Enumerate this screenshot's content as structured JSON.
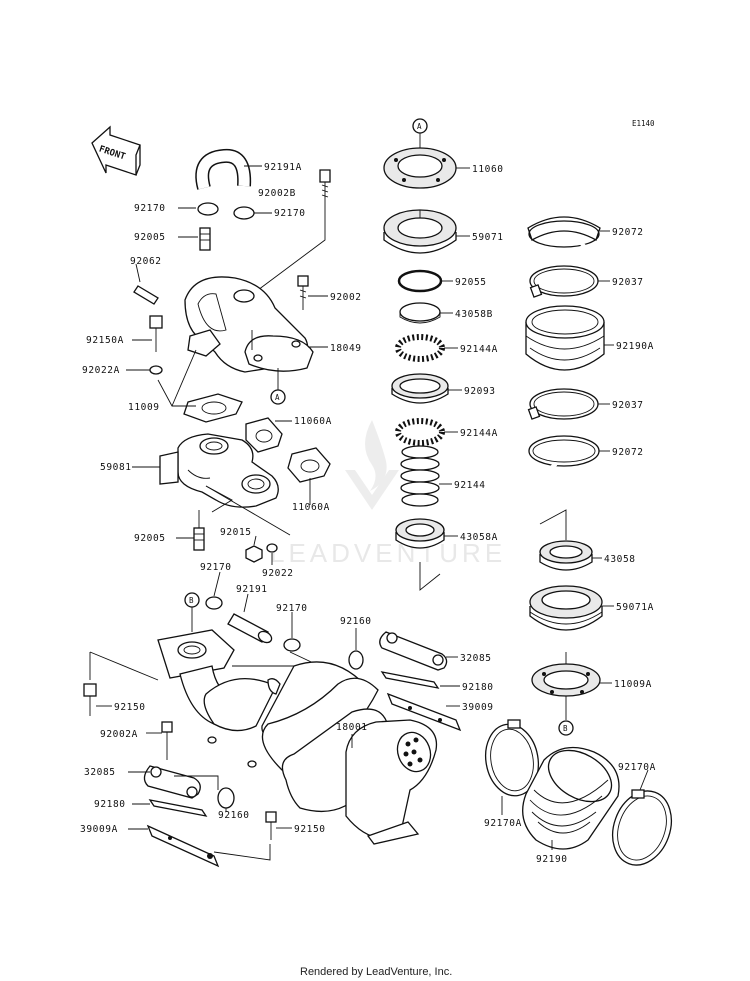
{
  "diagram_code": "E1140",
  "front_label": "FRONT",
  "watermark": "LEADVENTURE",
  "footer": "Rendered by LeadVenture, Inc.",
  "markers": {
    "a_top": "A",
    "a_bottom": "A",
    "b_left": "B",
    "b_right": "B"
  },
  "parts": {
    "p92191A": "92191A",
    "p92002B": "92002B",
    "p92170_l": "92170",
    "p92170_r": "92170",
    "p92005_top": "92005",
    "p92062": "92062",
    "p92002": "92002",
    "p92150A": "92150A",
    "p18049": "18049",
    "p92022A": "92022A",
    "p11009": "11009",
    "p11060A_1": "11060A",
    "p59081": "59081",
    "p11060A_2": "11060A",
    "p92005_bot": "92005",
    "p92015": "92015",
    "p92022": "92022",
    "p11060": "11060",
    "p59071": "59071",
    "p92055": "92055",
    "p43058B": "43058B",
    "p92144A_1": "92144A",
    "p92093": "92093",
    "p92144A_2": "92144A",
    "p92144": "92144",
    "p43058A": "43058A",
    "p92072_top": "92072",
    "p92037_top": "92037",
    "p92190A": "92190A",
    "p92037_bot": "92037",
    "p92072_bot": "92072",
    "p43058": "43058",
    "p59071A": "59071A",
    "p11009A": "11009A",
    "p92170_b1": "92170",
    "p92191": "92191",
    "p92170_b2": "92170",
    "p92160_top": "92160",
    "p32085_r": "32085",
    "p92180_r": "92180",
    "p39009": "39009",
    "p92150_l": "92150",
    "p18001": "18001",
    "p92002A": "92002A",
    "p32085_l": "32085",
    "p92180_l": "92180",
    "p92160_bot": "92160",
    "p39009A": "39009A",
    "p92150_b": "92150",
    "p92170A_r": "92170A",
    "p92170A_l": "92170A",
    "p92190": "92190"
  }
}
